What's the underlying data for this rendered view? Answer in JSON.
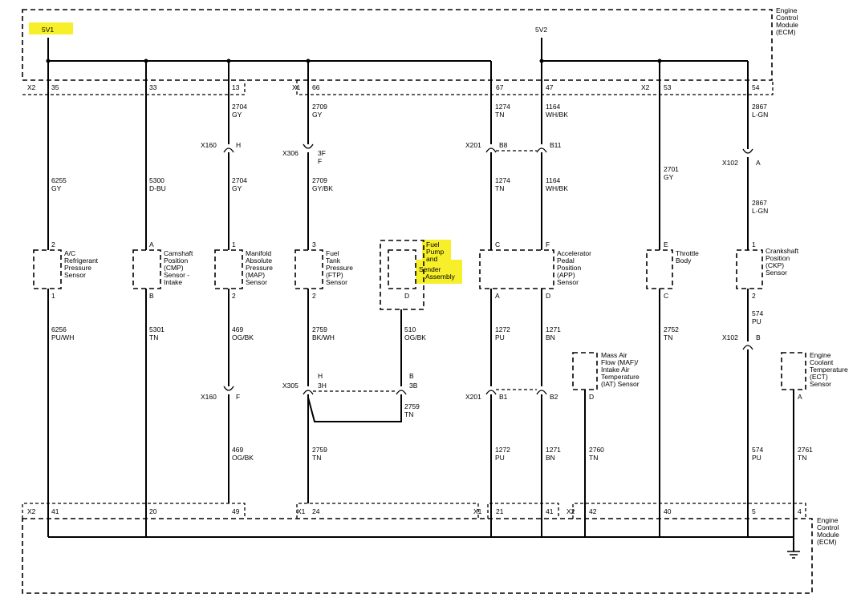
{
  "ecm_top_label": [
    "Engine",
    "Control",
    "Module",
    "(ECM)"
  ],
  "ecm_bottom_label": [
    "Engine",
    "Control",
    "Module",
    "(ECM)"
  ],
  "supplies": [
    "5V1",
    "5V2"
  ],
  "top_connectors": [
    "X2",
    "X1",
    "X2"
  ],
  "top_pins": [
    "35",
    "33",
    "13",
    "66",
    "67",
    "47",
    "53",
    "54"
  ],
  "bottom_connectors": [
    "X2",
    "X1",
    "X1",
    "X2"
  ],
  "bottom_pins": [
    "41",
    "20",
    "49",
    "24",
    "21",
    "41",
    "42",
    "40",
    "5",
    "4"
  ],
  "inline_connectors": [
    "X160",
    "X306",
    "X201",
    "X102",
    "X160",
    "X305",
    "X201",
    "X102"
  ],
  "inline_pins": [
    "H",
    "3F",
    "F",
    "B8",
    "B11",
    "A",
    "F",
    "H",
    "3H",
    "B",
    "3B",
    "B1",
    "B2",
    "B"
  ],
  "wire_labels": [
    [
      "2704",
      "GY"
    ],
    [
      "2709",
      "GY"
    ],
    [
      "1274",
      "TN"
    ],
    [
      "1164",
      "WH/BK"
    ],
    [
      "2867",
      "L-GN"
    ],
    [
      "6255",
      "GY"
    ],
    [
      "5300",
      "D-BU"
    ],
    [
      "2704",
      "GY"
    ],
    [
      "2709",
      "GY/BK"
    ],
    [
      "1274",
      "TN"
    ],
    [
      "1164",
      "WH/BK"
    ],
    [
      "2701",
      "GY"
    ],
    [
      "2867",
      "L-GN"
    ],
    [
      "6256",
      "PU/WH"
    ],
    [
      "5301",
      "TN"
    ],
    [
      "469",
      "OG/BK"
    ],
    [
      "2759",
      "BK/WH"
    ],
    [
      "510",
      "OG/BK"
    ],
    [
      "1272",
      "PU"
    ],
    [
      "1271",
      "BN"
    ],
    [
      "2752",
      "TN"
    ],
    [
      "574",
      "PU"
    ],
    [
      "2759",
      "TN"
    ],
    [
      "469",
      "OG/BK"
    ],
    [
      "2759",
      "TN"
    ],
    [
      "1272",
      "PU"
    ],
    [
      "1271",
      "BN"
    ],
    [
      "2760",
      "TN"
    ],
    [
      "574",
      "PU"
    ],
    [
      "2761",
      "TN"
    ]
  ],
  "sensor_pins": [
    "2",
    "1",
    "A",
    "B",
    "1",
    "2",
    "3",
    "2",
    "D",
    "C",
    "A",
    "F",
    "D",
    "E",
    "C",
    "1",
    "2",
    "D",
    "A"
  ],
  "components": [
    [
      "A/C",
      "Refrigerant",
      "Pressure",
      "Sensor"
    ],
    [
      "Camshaft",
      "Position",
      "(CMP)",
      "Sensor -",
      "Intake"
    ],
    [
      "Manifold",
      "Absolute",
      "Pressure",
      "(MAP)",
      "Sensor"
    ],
    [
      "Fuel",
      "Tank",
      "Pressure",
      "(FTP)",
      "Sensor"
    ],
    [
      "Fuel",
      "Pump",
      "and",
      "Sender",
      "Assembly"
    ],
    [
      "Accelerator",
      "Pedal",
      "Position",
      "(APP)",
      "Sensor"
    ],
    [
      "Throttle",
      "Body"
    ],
    [
      "Crankshaft",
      "Position",
      "(CKP)",
      "Sensor"
    ],
    [
      "Mass Air",
      "Flow (MAF)/",
      "Intake Air",
      "Temperature",
      "(IAT) Sensor"
    ],
    [
      "Engine",
      "Coolant",
      "Temperature",
      "(ECT)",
      "Sensor"
    ]
  ],
  "highlight_color": "#f7ef2a",
  "icons": [
    "ground-icon"
  ]
}
